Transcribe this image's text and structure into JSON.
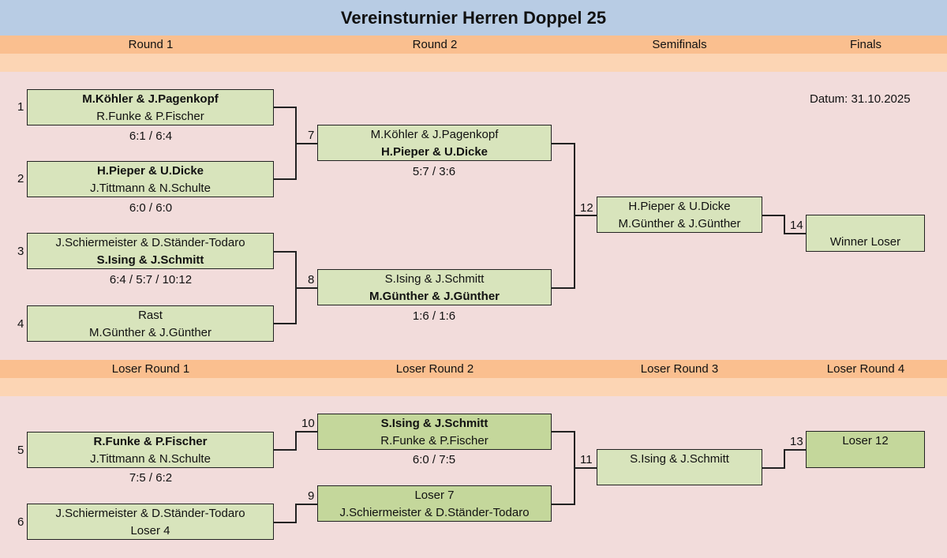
{
  "title": "Vereinsturnier Herren Doppel 25",
  "datum": "Datum: 31.10.2025",
  "rounds": [
    "Round 1",
    "Round 2",
    "Semifinals",
    "Finals"
  ],
  "loser_rounds": [
    "Loser Round 1",
    "Loser Round 2",
    "Loser Round 3",
    "Loser Round 4"
  ],
  "matches": {
    "m1": {
      "num": "1",
      "team1": "M.Köhler & J.Pagenkopf",
      "team2": "R.Funke & P.Fischer",
      "score": "6:1 / 6:4"
    },
    "m2": {
      "num": "2",
      "team1": "H.Pieper & U.Dicke",
      "team2": "J.Tittmann & N.Schulte",
      "score": "6:0 / 6:0"
    },
    "m3": {
      "num": "3",
      "team1": "J.Schiermeister & D.Ständer-Todaro",
      "team2": "S.Ising & J.Schmitt",
      "score": "6:4 / 5:7 / 10:12"
    },
    "m4": {
      "num": "4",
      "team1": "Rast",
      "team2": "M.Günther & J.Günther"
    },
    "m7": {
      "num": "7",
      "team1": "M.Köhler & J.Pagenkopf",
      "team2": "H.Pieper & U.Dicke",
      "score": "5:7 / 3:6"
    },
    "m8": {
      "num": "8",
      "team1": "S.Ising & J.Schmitt",
      "team2": "M.Günther & J.Günther",
      "score": "1:6 / 1:6"
    },
    "m12": {
      "num": "12",
      "team1": "H.Pieper & U.Dicke",
      "team2": "M.Günther & J.Günther"
    },
    "m14": {
      "num": "14",
      "team1": "",
      "team2": "Winner Loser"
    },
    "m5": {
      "num": "5",
      "team1": "R.Funke & P.Fischer",
      "team2": "J.Tittmann & N.Schulte",
      "score": "7:5 / 6:2"
    },
    "m6": {
      "num": "6",
      "team1": "J.Schiermeister & D.Ständer-Todaro",
      "team2": "Loser 4"
    },
    "m10": {
      "num": "10",
      "team1": "S.Ising & J.Schmitt",
      "team2": "R.Funke & P.Fischer",
      "score": "6:0 / 7:5"
    },
    "m9": {
      "num": "9",
      "team1": "Loser 7",
      "team2": "J.Schiermeister & D.Ständer-Todaro"
    },
    "m11": {
      "num": "11",
      "team1": "S.Ising & J.Schmitt",
      "team2": ""
    },
    "m13": {
      "num": "13",
      "team1": "Loser 12",
      "team2": ""
    }
  }
}
